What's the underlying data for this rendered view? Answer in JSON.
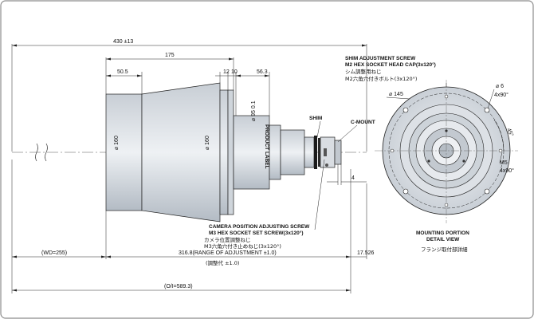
{
  "dimensions": {
    "overall": "430 ±13",
    "d175": "175",
    "d50_5": "50.5",
    "d12": "12",
    "d10": "10",
    "d56_3": "56.3",
    "dia160_left": "⌀ 160",
    "dia160_mid": "⌀ 160",
    "dia95": "⌀ 95  0.1",
    "dia145": "⌀ 145",
    "dia6": "⌀ 6",
    "qty4x90_a": "4x90°",
    "angle45": "45°",
    "m5": "M5",
    "qty4x90_b": "4x90°",
    "d4": "4",
    "wd": "(WD=255)",
    "range": "316.8(RANGE OF ADJUSTMENT ±1.0)",
    "range_jp": "(調整代 ±1.0)",
    "flange": "17.526",
    "oi": "(O/I=589.3)"
  },
  "labels": {
    "product_label": "PRODUCT LABEL",
    "shim": "SHIM",
    "c_mount": "C-MOUNT",
    "shim_screw_1": "SHIM ADJUSTMENT SCREW",
    "shim_screw_2": "M2 HEX SOCKET HEAD CAP(3x120°)",
    "shim_screw_3": "シム調整用ねじ",
    "shim_screw_4": "M2六角穴付きボルト(3x120°)",
    "cam_screw_1": "CAMERA POSITION ADJUSTING SCREW",
    "cam_screw_2": "M3 HEX SOCKET SET SCREW(3x120°)",
    "cam_screw_3": "カメラ位置調整ねじ",
    "cam_screw_4": "M3六角穴付き止めねじ(3x120°)",
    "mounting_1": "MOUNTING PORTION",
    "mounting_2": "DETAIL VIEW",
    "mounting_3": "フランジ取付部詳細"
  },
  "colors": {
    "frame": "#8c8c8c",
    "body_fill": "#dfe3e8",
    "body_dark": "#b9c0c8",
    "line": "#222222",
    "center": "#555555"
  }
}
